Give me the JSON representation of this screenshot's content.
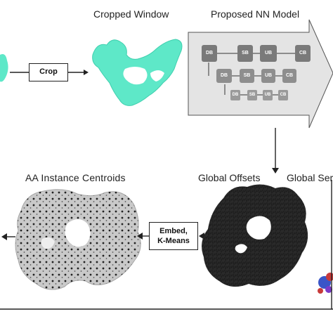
{
  "titles": {
    "cropped_window": "Cropped Window",
    "proposed_model": "Proposed NN Model",
    "aa_centroids": "AA Instance Centroids",
    "global_offsets": "Global Offsets",
    "global_semantic": "Global Ser"
  },
  "buttons": {
    "crop": "Crop",
    "embed_line1": "Embed,",
    "embed_line2": "K-Means"
  },
  "nn_blocks": {
    "row1": [
      "DB",
      "SB",
      "UB",
      "CB"
    ],
    "row2": [
      "DB",
      "SB",
      "UB",
      "CB"
    ],
    "row3": [
      "DB",
      "SB",
      "UB",
      "CB"
    ]
  },
  "colors": {
    "protein_teal": "#5ee8c8",
    "arrow_panel": "#e4e4e4",
    "block_dark": "#7a7a7a",
    "block_mid": "#8e8e8e",
    "border": "#222222"
  }
}
